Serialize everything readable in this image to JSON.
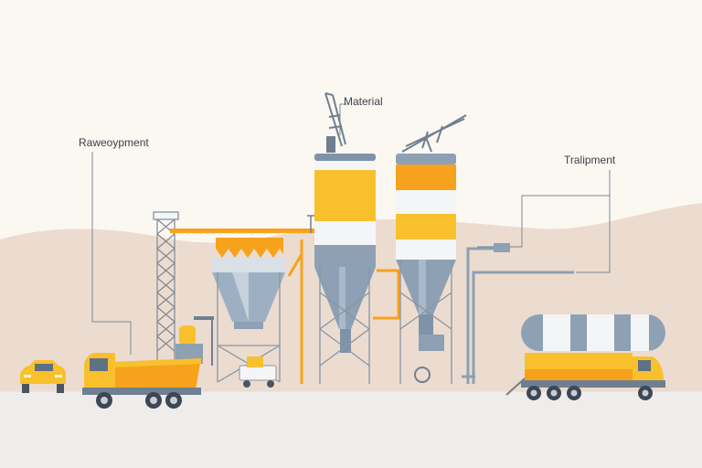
{
  "labels": {
    "left": "Raweoypment",
    "top": "Material",
    "right": "Tralipment"
  },
  "colors": {
    "background": "#fbf8f2",
    "hills": "#ecdccf",
    "ground": "#eeedeb",
    "orange": "#f6a21c",
    "yellow": "#f9c02e",
    "steel": "#8da0b4",
    "steel_dark": "#5f7185",
    "white_band": "#f4f5f7",
    "line": "#6f7f91"
  },
  "icons": [
    "car-icon",
    "dump-truck-icon",
    "tanker-truck-icon",
    "lattice-tower-icon",
    "crane-icon",
    "hopper-icon",
    "silo-icon",
    "pipe-icon"
  ]
}
